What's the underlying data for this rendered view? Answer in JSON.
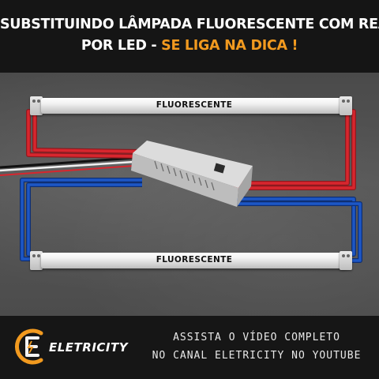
{
  "header": {
    "line1": "SUBSTITUINDO LÂMPADA FLUORESCENTE COM REATOR",
    "line2_white": "POR LED - ",
    "line2_orange": "SE LIGA NA DICA !"
  },
  "diagram": {
    "tube_top_label": "FLUORESCENTE",
    "tube_bottom_label": "FLUORESCENTE",
    "ballast": "reator eletrônico",
    "wire_colors": {
      "phase": "#d8262e",
      "neutral": "#1d57c6",
      "black": "#111111",
      "white": "#f2f2f2"
    }
  },
  "footer": {
    "brand": "ELETRICITY",
    "line1": "ASSISTA O VÍDEO COMPLETO",
    "line2": "NO CANAL ELETRICITY NO YOUTUBE"
  },
  "colors": {
    "accent": "#f29a1f",
    "background": "#151515"
  }
}
